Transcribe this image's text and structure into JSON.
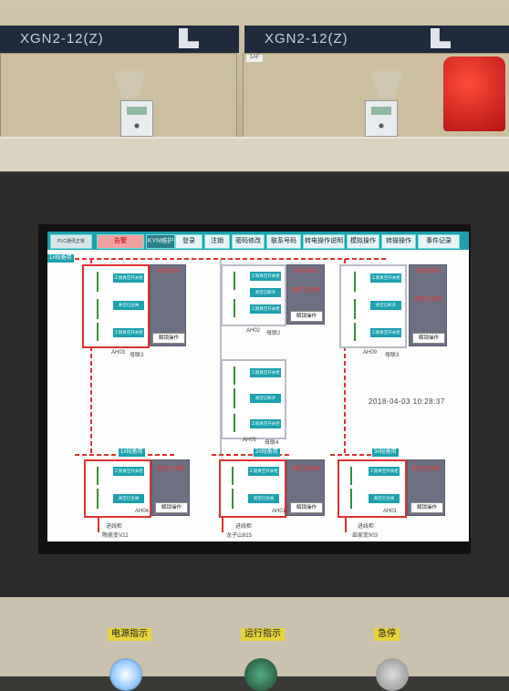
{
  "cabinet": {
    "left_name": "XGN2-12(Z)",
    "right_name": "XGN2-12(Z)",
    "sticker": "1AF",
    "beacon_color": "#c41a16"
  },
  "menu": {
    "plc_status": "PLC通讯正常",
    "alarm": "告警",
    "tab_now": "KYN维护",
    "buttons": [
      "登录",
      "注销",
      "密码修改",
      "联系号码",
      "转电操作说明",
      "模拟操作",
      "转操操作",
      "事件记录"
    ]
  },
  "units": {
    "left": {
      "bus_tag": "1#段备用",
      "stat1": "GOODEK",
      "stat2": "",
      "btn1": "工频真空开关柜",
      "btn2": "真空已合闸",
      "btn3": "工频真空开关柜",
      "op": "解锁操作",
      "cap_left": "AH03",
      "cap_right": "母联3"
    },
    "mid": {
      "stat1": "GOODEK",
      "stat2": "真空已分闸",
      "btn1": "工频真空开关柜",
      "btn2": "真空已断开",
      "btn3": "工频真空开关柜",
      "op": "解锁操作",
      "cap_left": "AH02",
      "cap_right": "母联2"
    },
    "right": {
      "stat1": "GOODEK",
      "stat2": "真空已合闸",
      "btn1": "工频真空开关柜",
      "btn2": "真空已断开",
      "btn3": "工频真空开关柜",
      "op": "解锁操作",
      "cap_left": "AH09",
      "cap_right": "母联3"
    },
    "center": {
      "btn1": "工频真空开关柜",
      "btn2": "真空已断开",
      "btn3": "工频真空开关柜",
      "cap_left": "AH05",
      "cap_right": "母联4"
    },
    "bl": {
      "bus_tag": "1#段备用",
      "stat1": "真空已合闸",
      "btn1": "工频真空开关柜",
      "btn2": "真空已合闸",
      "op": "解锁操作",
      "cap": "AH04",
      "line1": "进线柜",
      "line2": "陶瓷变V22"
    },
    "bm": {
      "bus_tag": "2#段备用",
      "stat1": "真空已合闸",
      "btn1": "工频真空开关柜",
      "btn2": "真空已合闸",
      "op": "解锁操作",
      "cap": "AH01",
      "line1": "进线柜",
      "line2": "龙子山915"
    },
    "br": {
      "bus_tag": "3#段备用",
      "stat1": "真空已合闸",
      "btn1": "工频真空开关柜",
      "btn2": "真空已合闸",
      "op": "解锁操作",
      "cap": "AH01",
      "line1": "进线柜",
      "line2": "巫家变903"
    }
  },
  "timestamp": "2018-04-03  10:28:37",
  "panel": {
    "power": "电源指示",
    "run": "运行指示",
    "estop": "急停"
  }
}
